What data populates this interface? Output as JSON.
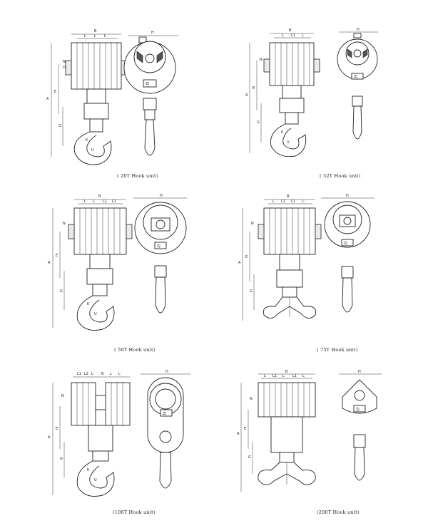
{
  "units": [
    {
      "caption": "( 20T Hook unit)",
      "dims": [
        "B",
        "L",
        "L",
        "L",
        "N",
        "H",
        "A",
        "E",
        "G",
        "U",
        "K"
      ],
      "plate": "ZJ"
    },
    {
      "caption": "( 32T Hook unit)",
      "dims": [
        "B",
        "L",
        "L1",
        "L",
        "N",
        "H",
        "A",
        "E",
        "G",
        "U",
        "K"
      ],
      "plate": "ZJ"
    },
    {
      "caption": "( 50T Hook unit)",
      "dims": [
        "B",
        "L",
        "L",
        "L1",
        "L1",
        "N",
        "H",
        "A",
        "E",
        "G",
        "U",
        "K"
      ],
      "plate": "ZJ"
    },
    {
      "caption": "( 75T Hook unit)",
      "dims": [
        "B",
        "L",
        "L1",
        "L1",
        "L",
        "N",
        "H",
        "A",
        "E",
        "G"
      ],
      "plate": "ZJ"
    },
    {
      "caption": "(100T Hook unit)",
      "dims": [
        "L1",
        "L2",
        "L",
        "B",
        "L",
        "L",
        "N",
        "H",
        "A",
        "E",
        "G",
        "U",
        "K"
      ],
      "plate": "ZJ"
    },
    {
      "caption": "(200T Hook unit)",
      "dims": [
        "B",
        "L",
        "L1",
        "L",
        "L1",
        "L",
        "N",
        "H",
        "A",
        "E",
        "G"
      ],
      "plate": "ZJ"
    }
  ]
}
